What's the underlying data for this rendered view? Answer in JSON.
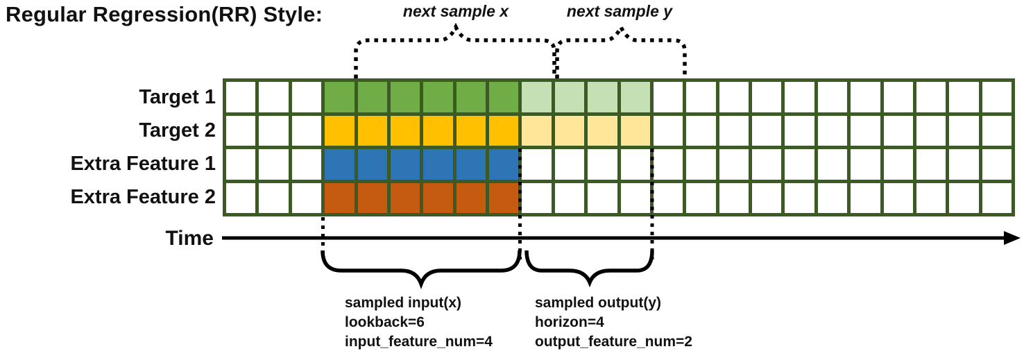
{
  "title": "Regular Regression(RR) Style:",
  "row_labels": [
    "Target 1",
    "Target 2",
    "Extra Feature 1",
    "Extra Feature 2"
  ],
  "brace_labels": {
    "next_sample_x": "next sample x",
    "next_sample_y": "next sample y"
  },
  "time_axis": {
    "label": "Time"
  },
  "annotations": {
    "input": {
      "lines": [
        "sampled input(x)",
        "lookback=6",
        "input_feature_num=4"
      ]
    },
    "output": {
      "lines": [
        "sampled output(y)",
        "horizon=4",
        "output_feature_num=2"
      ]
    }
  },
  "grid": {
    "columns": 24,
    "rows": 4,
    "cells": [
      [
        "w",
        "w",
        "w",
        "g",
        "g",
        "g",
        "g",
        "g",
        "g",
        "gl",
        "gl",
        "gl",
        "gl",
        "w",
        "w",
        "w",
        "w",
        "w",
        "w",
        "w",
        "w",
        "w",
        "w",
        "w"
      ],
      [
        "w",
        "w",
        "w",
        "y",
        "y",
        "y",
        "y",
        "y",
        "y",
        "yl",
        "yl",
        "yl",
        "yl",
        "w",
        "w",
        "w",
        "w",
        "w",
        "w",
        "w",
        "w",
        "w",
        "w",
        "w"
      ],
      [
        "w",
        "w",
        "w",
        "b",
        "b",
        "b",
        "b",
        "b",
        "b",
        "w",
        "w",
        "w",
        "w",
        "w",
        "w",
        "w",
        "w",
        "w",
        "w",
        "w",
        "w",
        "w",
        "w",
        "w"
      ],
      [
        "w",
        "w",
        "w",
        "o",
        "o",
        "o",
        "o",
        "o",
        "o",
        "w",
        "w",
        "w",
        "w",
        "w",
        "w",
        "w",
        "w",
        "w",
        "w",
        "w",
        "w",
        "w",
        "w",
        "w"
      ]
    ],
    "palette": {
      "w": "#FFFFFF",
      "g": "#70AD47",
      "gl": "#C5E0B4",
      "y": "#FFC000",
      "yl": "#FFE699",
      "b": "#2E75B6",
      "o": "#C55A11",
      "border": "#3C5A23"
    },
    "legend": {
      "g": "target input (dark green)",
      "gl": "target output (light green)",
      "y": "target input (gold)",
      "yl": "target output (light gold)",
      "b": "extra feature input (blue)",
      "o": "extra feature input (orange)"
    }
  }
}
